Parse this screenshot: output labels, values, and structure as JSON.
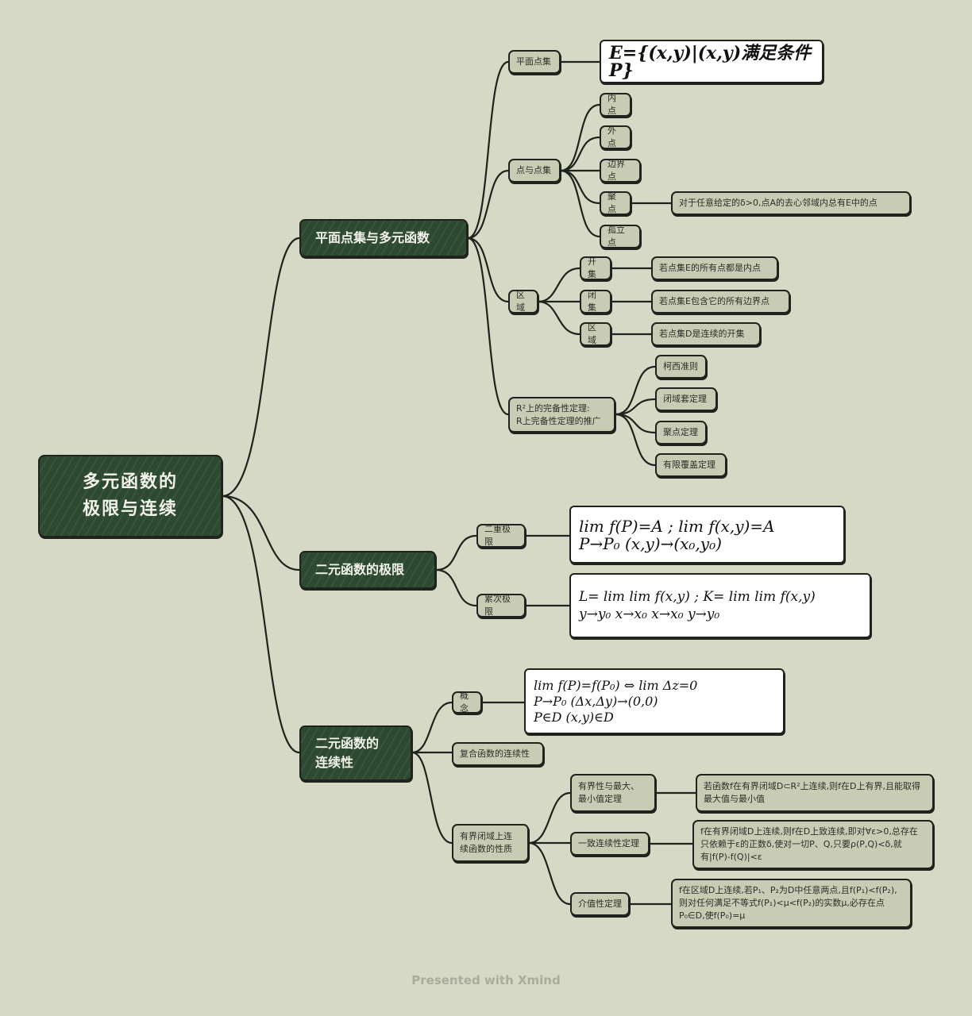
{
  "root": "多元函数的\n极限与连续",
  "branch1": {
    "title": "平面点集与多元函数",
    "plane_set": {
      "label": "平面点集",
      "formula": "E={(x,y)|(x,y)满足条件P}"
    },
    "points": {
      "label": "点与点集",
      "items": [
        "内点",
        "外点",
        "边界点",
        "聚点",
        "孤立点"
      ],
      "accumulation_desc": "对于任意给定的δ>0,点A的去心邻域内总有E中的点"
    },
    "region": {
      "label": "区域",
      "items": [
        {
          "label": "开集",
          "desc": "若点集E的所有点都是内点"
        },
        {
          "label": "闭集",
          "desc": "若点集E包含它的所有边界点"
        },
        {
          "label": "区域",
          "desc": "若点集D是连续的开集"
        }
      ]
    },
    "completeness": {
      "label": "R²上的完备性定理:\nR上完备性定理的推广",
      "items": [
        "柯西准则",
        "闭域套定理",
        "聚点定理",
        "有限覆盖定理"
      ]
    }
  },
  "branch2": {
    "title": "二元函数的极限",
    "double": {
      "label": "二重极限",
      "formula": "lim f(P)=A ;   lim          f(x,y)=A\nP→P₀           (x,y)→(x₀,y₀)"
    },
    "iterated": {
      "label": "累次极限",
      "formula": "L= lim   lim  f(x,y) ;    K= lim   lim  f(x,y)\n     y→y₀ x→x₀                x→x₀ y→y₀"
    }
  },
  "branch3": {
    "title": "二元函数的\n连续性",
    "concept": {
      "label": "概念",
      "formula": "lim  f(P)=f(P₀) ⇔  lim           Δz=0\nP→P₀              (Δx,Δy)→(0,0)\nP∈D                   (x,y)∈D"
    },
    "composite": {
      "label": "复合函数的连续性"
    },
    "bounded": {
      "label": "有界闭域上连\n续函数的性质",
      "items": [
        {
          "label": "有界性与最大、\n最小值定理",
          "desc": "若函数f在有界闭域D⊂R²上连续,则f在D上有界,且能取得最大值与最小值"
        },
        {
          "label": "一致连续性定理",
          "desc": "f在有界闭域D上连续,则f在D上致连续,即对∀ε>0,总存在只依赖于ε的正数δ,使对一切P、Q,只要ρ(P,Q)<δ,就有|f(P)-f(Q)|<ε"
        },
        {
          "label": "介值性定理",
          "desc": "f在区域D上连续,若P₁、P₂为D中任意两点,且f(P₁)<f(P₂),则对任何满足不等式f(P₁)<μ<f(P₂)的实数μ,必存在点P₀∈D,使f(P₀)=μ"
        }
      ]
    }
  },
  "footer": "Presented with Xmind",
  "colors": {
    "background": "#d6d9c6",
    "main_node": "#2d4a31",
    "sub_node": "#c9ccb4"
  }
}
